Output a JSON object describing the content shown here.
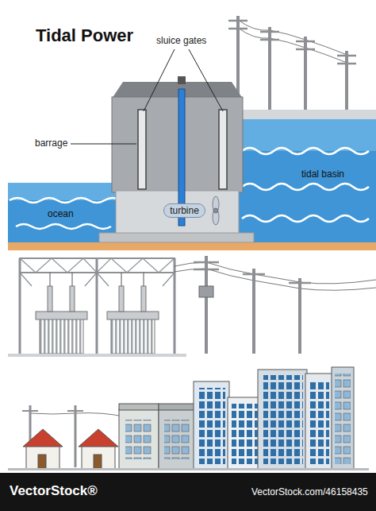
{
  "diagram": {
    "title": "Tidal Power",
    "nodes": [
      {
        "text": [
          "turbine"
        ]
      }
    ],
    "labels": [
      "sluice gates",
      "barrage",
      "tidal basin",
      "ocean",
      "VectorStock®",
      "VectorStock.com/46158435"
    ]
  }
}
